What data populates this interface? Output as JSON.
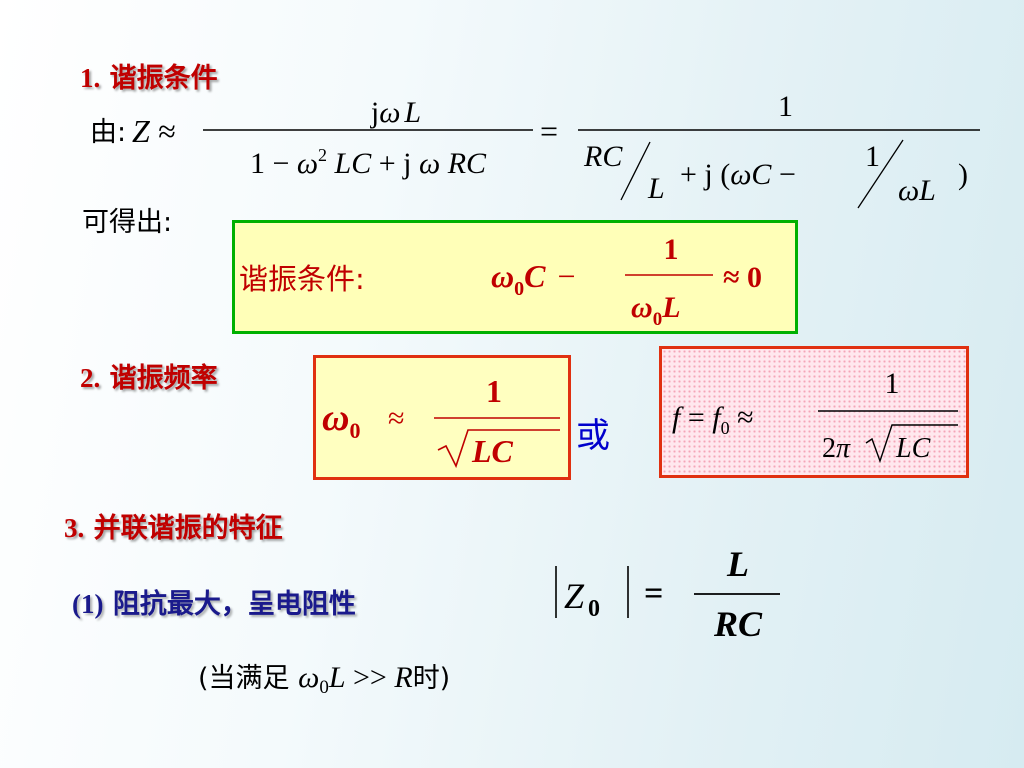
{
  "section1": {
    "number": "1.",
    "title": "谐振条件",
    "from_label": "由:",
    "result_label": "可得出:",
    "impedance_formula": {
      "lhs": "Z ≈",
      "num1": "jωL",
      "den1": "1 − ω²LC + jωRC",
      "equals": "=",
      "num2": "1",
      "den2_a": "RC",
      "den2_b": "L",
      "den2_c": "+ j (ωC −",
      "den2_d": "1",
      "den2_e": "ωL",
      "den2_f": ")"
    },
    "condition_box": {
      "label": "谐振条件:",
      "formula": "ω₀C − 1/(ω₀L) ≈ 0"
    }
  },
  "section2": {
    "number": "2.",
    "title": "谐振频率",
    "formula_left": "ω₀ ≈ 1/√(LC)",
    "connector": "或",
    "formula_right": "f = f₀ ≈ 1/(2π√(LC))"
  },
  "section3": {
    "number": "3.",
    "title": "并联谐振的特征",
    "item1": {
      "number": "(1)",
      "text": "阻抗最大，呈电阻性",
      "formula": "|Z₀| = L/(RC)"
    },
    "condition_open": "(当满足",
    "condition_math": "ω₀L >> R",
    "condition_close": "时)"
  },
  "colors": {
    "heading": "#c00000",
    "subheading": "#1a1a8c",
    "green_border": "#00b000",
    "red_border": "#e03010",
    "connector": "#0000cc",
    "box_yellow": "#ffffb8"
  }
}
